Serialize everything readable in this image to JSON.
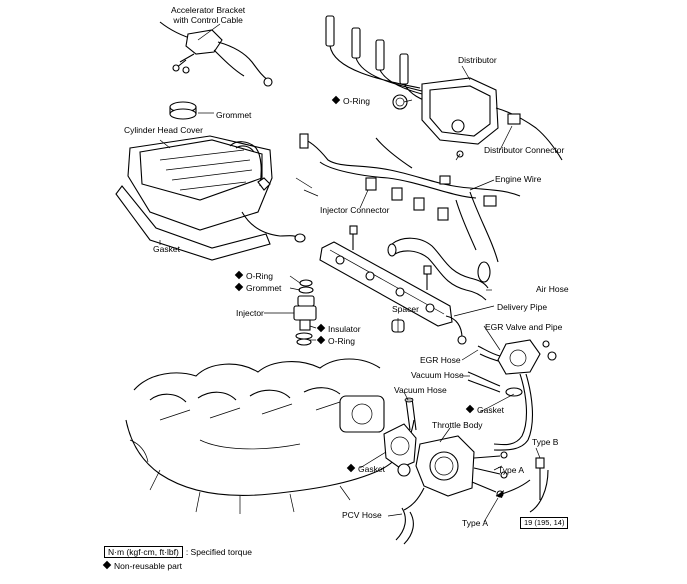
{
  "labels": {
    "accel_bracket": "Accelerator Bracket",
    "accel_bracket_2": "with Control Cable",
    "distributor": "Distributor",
    "o_ring_top": "O-Ring",
    "grommet_top": "Grommet",
    "cyl_head_cover": "Cylinder Head Cover",
    "distributor_connector": "Distributor Connector",
    "engine_wire": "Engine Wire",
    "injector_connector": "Injector Connector",
    "gasket_cover": "Gasket",
    "o_ring_inj": "O-Ring",
    "grommet_inj": "Grommet",
    "air_hose": "Air Hose",
    "delivery_pipe": "Delivery Pipe",
    "spacer": "Spacer",
    "injector": "Injector",
    "insulator": "Insulator",
    "o_ring_inj2": "O-Ring",
    "egr_valve": "EGR Valve and Pipe",
    "egr_hose": "EGR Hose",
    "vacuum_hose_1": "Vacuum Hose",
    "vacuum_hose_2": "Vacuum Hose",
    "gasket_egr": "Gasket",
    "throttle_body": "Throttle Body",
    "type_b": "Type B",
    "type_a_1": "Type A",
    "gasket_tb": "Gasket",
    "pcv_hose": "PCV Hose",
    "type_a_2": "Type A",
    "torque_value": "19 (195, 14)"
  },
  "legend": {
    "torque_box": "N·m (kgf·cm, ft·lbf)",
    "torque_text": ": Specified torque",
    "nonreusable": "Non-reusable part"
  },
  "icons": {
    "nonreusable_marker": "black-diamond-icon"
  }
}
